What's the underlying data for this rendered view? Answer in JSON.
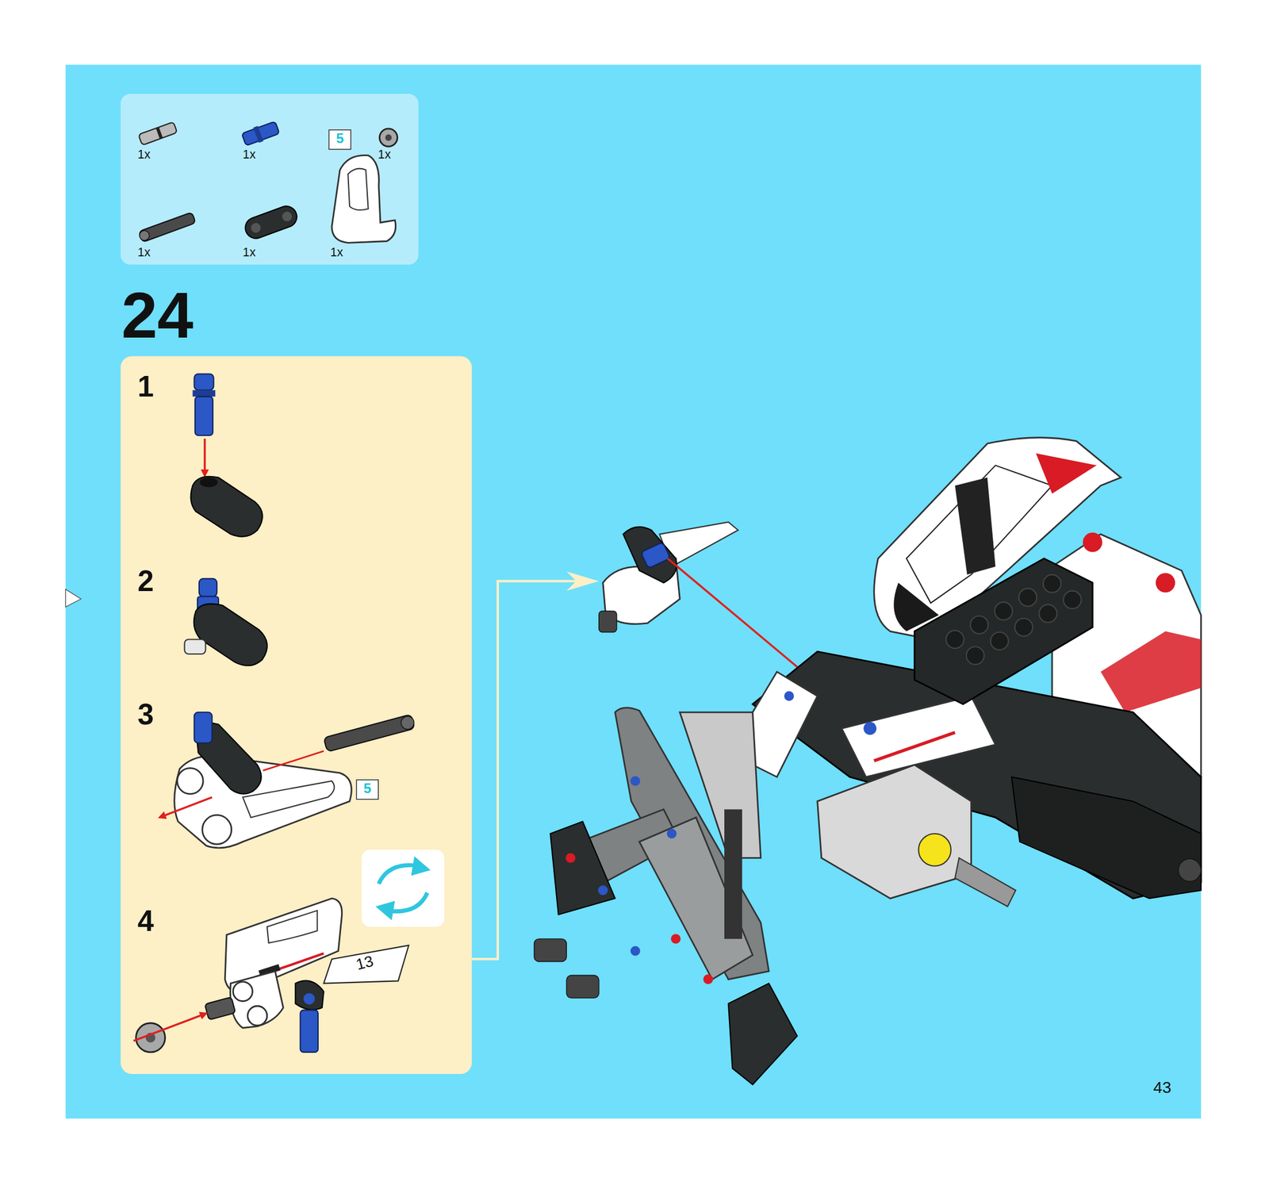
{
  "diagram": {
    "labels": [
      "1x",
      "1x",
      "5",
      "1x",
      "1x",
      "1x",
      "1x",
      "24",
      "1",
      "2",
      "3",
      "4",
      "5",
      "13",
      "43"
    ]
  }
}
